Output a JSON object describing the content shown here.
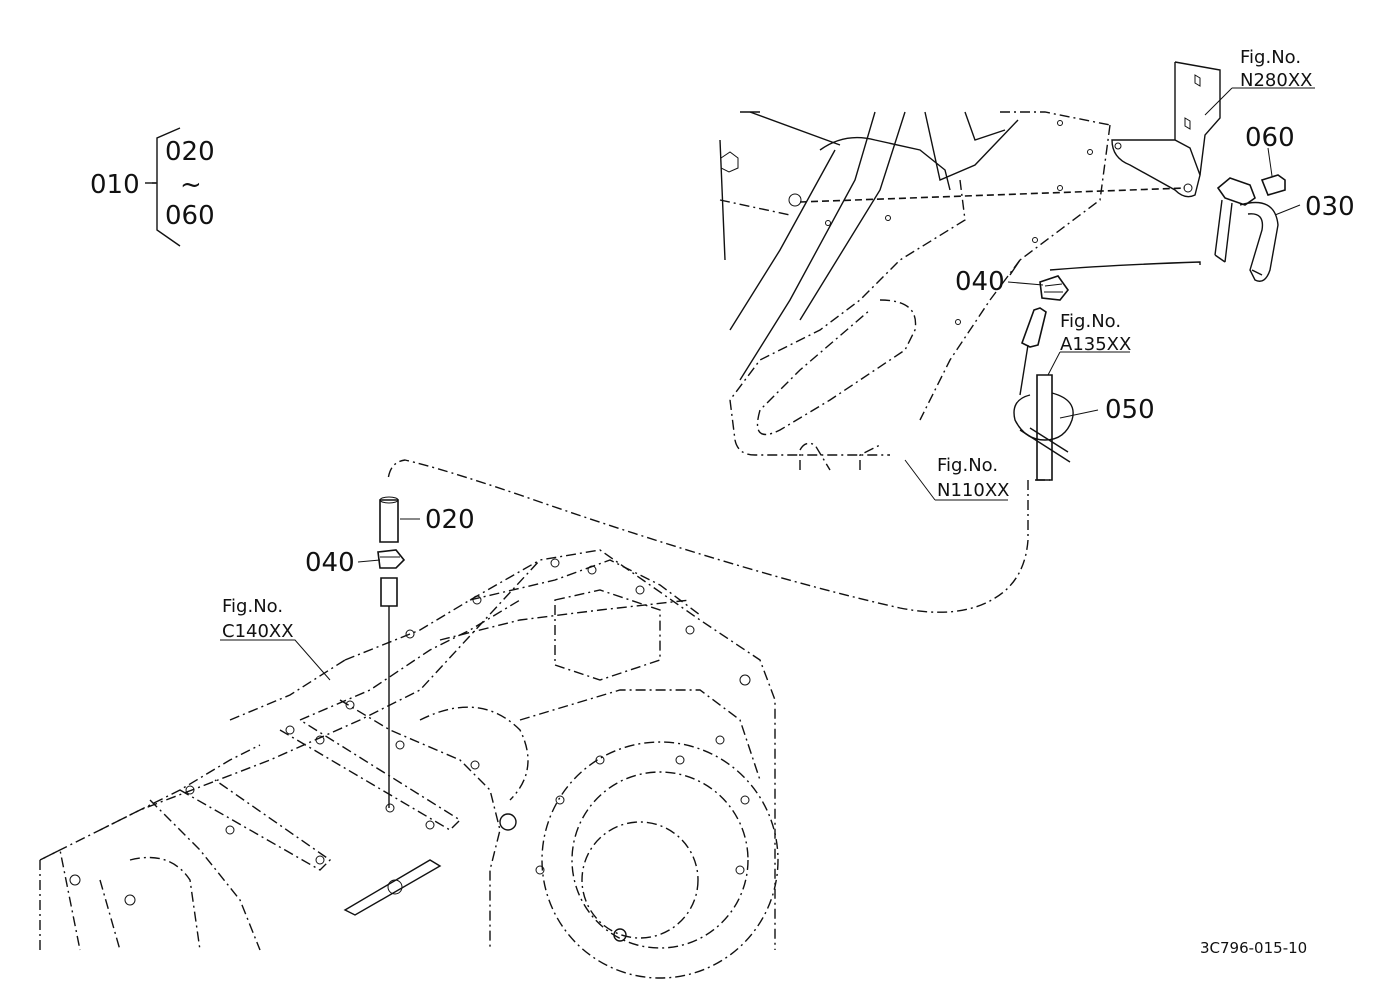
{
  "group": {
    "assembly": "010",
    "first": "020",
    "tilde": "~",
    "last": "060"
  },
  "callouts": {
    "p020": "020",
    "p030": "030",
    "p040_top": "040",
    "p040_bottom": "040",
    "p050": "050",
    "p060": "060"
  },
  "figrefs": {
    "n280": {
      "label": "Fig.No.",
      "code": "N280XX"
    },
    "a135": {
      "label": "Fig.No.",
      "code": "A135XX"
    },
    "n110": {
      "label": "Fig.No.",
      "code": "N110XX"
    },
    "c140": {
      "label": "Fig.No.",
      "code": "C140XX"
    }
  },
  "drawing_code": "3C796-015-10"
}
